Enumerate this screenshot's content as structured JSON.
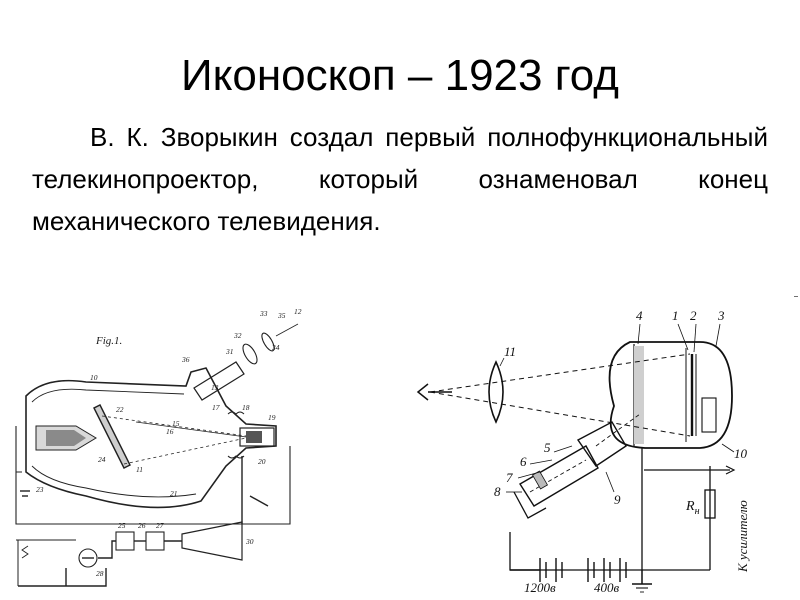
{
  "slide": {
    "title": "Иконоскоп – 1923 год",
    "paragraph": "В. К. Зворыкин создал первый полнофункциональный телекинопроектор, который ознаменовал конец механического телевидения."
  },
  "patent_drawing": {
    "fig_label": "Fig.1.",
    "labels": [
      "10",
      "11",
      "12",
      "13",
      "15",
      "16",
      "17",
      "18",
      "19",
      "20",
      "21",
      "22",
      "23",
      "24",
      "25",
      "26",
      "27",
      "28",
      "30",
      "31",
      "32",
      "33",
      "34",
      "35",
      "36"
    ]
  },
  "schematic": {
    "numbers": [
      "1",
      "2",
      "3",
      "4",
      "5",
      "6",
      "7",
      "8",
      "9",
      "10",
      "11"
    ],
    "resistor_label": "R",
    "resistor_subscript": "н",
    "voltage_1": "1200в",
    "voltage_2": "400в",
    "amplifier_label": "К усилителю"
  }
}
